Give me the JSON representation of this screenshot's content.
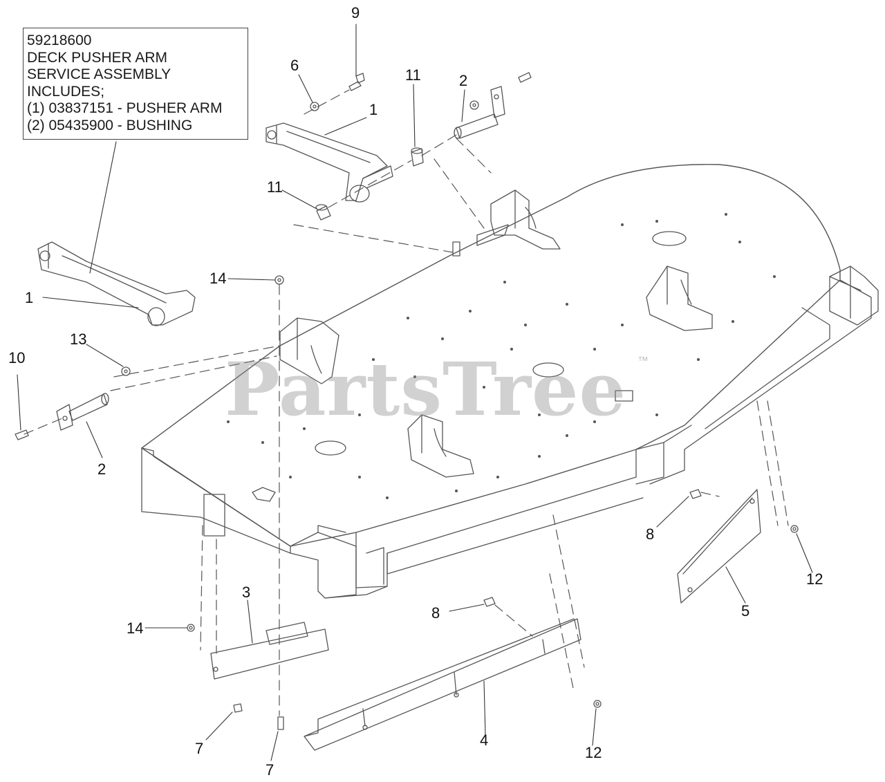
{
  "info_box": {
    "lines": [
      "59218600",
      "DECK PUSHER ARM",
      "SERVICE ASSEMBLY",
      "INCLUDES;",
      "(1) 03837151 - PUSHER ARM",
      "(2) 05435900 - BUSHING"
    ]
  },
  "watermark": {
    "text": "PartsTree",
    "tm": "™"
  },
  "callouts": [
    "9",
    "6",
    "11",
    "2",
    "1",
    "11",
    "14",
    "1",
    "13",
    "10",
    "2",
    "3",
    "14",
    "7",
    "7",
    "4",
    "8",
    "12",
    "8",
    "12",
    "5"
  ],
  "colors": {
    "line": "#555555",
    "text": "#111111",
    "watermark": "#8c8c8c"
  }
}
